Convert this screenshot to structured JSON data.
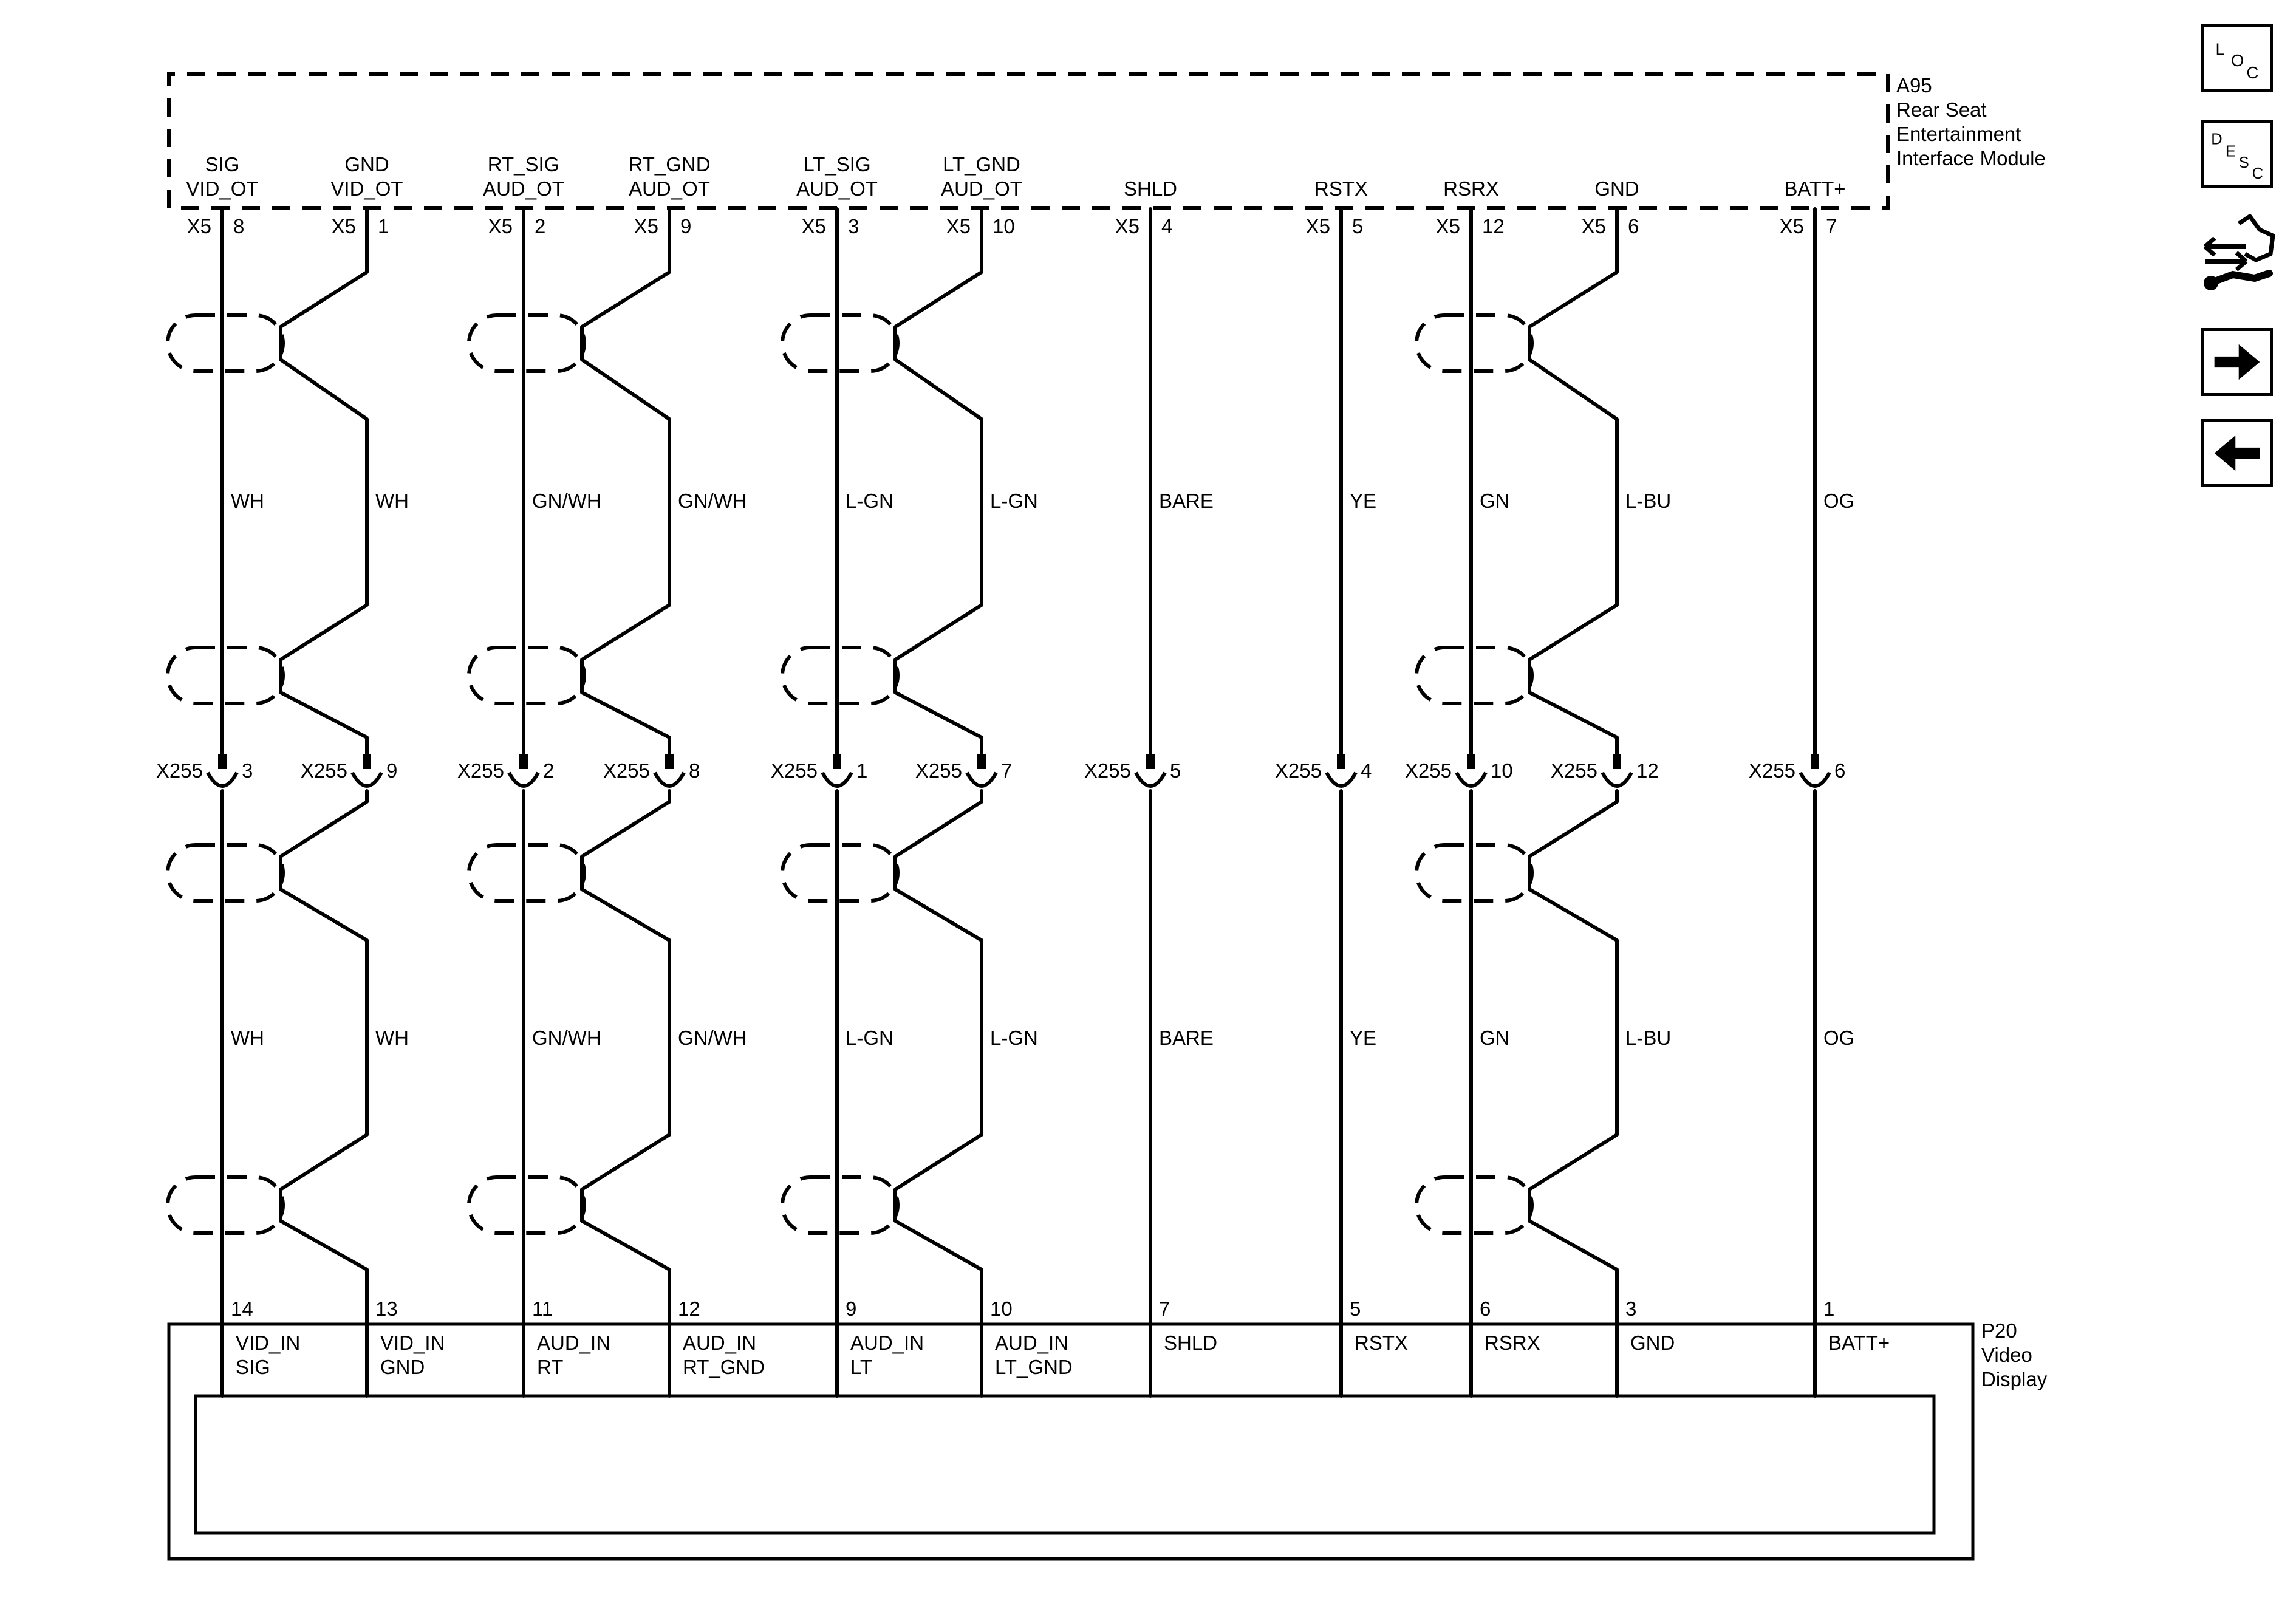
{
  "modules": {
    "top": {
      "id": "A95",
      "name_lines": [
        "Rear Seat",
        "Entertainment",
        "Interface Module"
      ]
    },
    "bottom": {
      "id": "P20",
      "name_lines": [
        "Video",
        "Display"
      ]
    }
  },
  "circuits": [
    {
      "top_label": [
        "SIG",
        "VID_OT"
      ],
      "top_conn": "X5",
      "top_pin": "8",
      "inline_conn": "X255",
      "inline_pin": "3",
      "wire_color_upper": "WH",
      "wire_color_lower": "WH",
      "bottom_pin": "14",
      "bottom_label": [
        "VID_IN",
        "SIG"
      ]
    },
    {
      "top_label": [
        "GND",
        "VID_OT"
      ],
      "top_conn": "X5",
      "top_pin": "1",
      "inline_conn": "X255",
      "inline_pin": "9",
      "wire_color_upper": "WH",
      "wire_color_lower": "WH",
      "bottom_pin": "13",
      "bottom_label": [
        "VID_IN",
        "GND"
      ]
    },
    {
      "top_label": [
        "RT_SIG",
        "AUD_OT"
      ],
      "top_conn": "X5",
      "top_pin": "2",
      "inline_conn": "X255",
      "inline_pin": "2",
      "wire_color_upper": "GN/WH",
      "wire_color_lower": "GN/WH",
      "bottom_pin": "11",
      "bottom_label": [
        "AUD_IN",
        "RT"
      ]
    },
    {
      "top_label": [
        "RT_GND",
        "AUD_OT"
      ],
      "top_conn": "X5",
      "top_pin": "9",
      "inline_conn": "X255",
      "inline_pin": "8",
      "wire_color_upper": "GN/WH",
      "wire_color_lower": "GN/WH",
      "bottom_pin": "12",
      "bottom_label": [
        "AUD_IN",
        "RT_GND"
      ]
    },
    {
      "top_label": [
        "LT_SIG",
        "AUD_OT"
      ],
      "top_conn": "X5",
      "top_pin": "3",
      "inline_conn": "X255",
      "inline_pin": "1",
      "wire_color_upper": "L-GN",
      "wire_color_lower": "L-GN",
      "bottom_pin": "9",
      "bottom_label": [
        "AUD_IN",
        "LT"
      ]
    },
    {
      "top_label": [
        "LT_GND",
        "AUD_OT"
      ],
      "top_conn": "X5",
      "top_pin": "10",
      "inline_conn": "X255",
      "inline_pin": "7",
      "wire_color_upper": "L-GN",
      "wire_color_lower": "L-GN",
      "bottom_pin": "10",
      "bottom_label": [
        "AUD_IN",
        "LT_GND"
      ]
    },
    {
      "top_label": [
        "SHLD"
      ],
      "top_conn": "X5",
      "top_pin": "4",
      "inline_conn": "X255",
      "inline_pin": "5",
      "wire_color_upper": "BARE",
      "wire_color_lower": "BARE",
      "bottom_pin": "7",
      "bottom_label": [
        "SHLD"
      ]
    },
    {
      "top_label": [
        "RSTX"
      ],
      "top_conn": "X5",
      "top_pin": "5",
      "inline_conn": "X255",
      "inline_pin": "4",
      "wire_color_upper": "YE",
      "wire_color_lower": "YE",
      "bottom_pin": "5",
      "bottom_label": [
        "RSTX"
      ]
    },
    {
      "top_label": [
        "RSRX"
      ],
      "top_conn": "X5",
      "top_pin": "12",
      "inline_conn": "X255",
      "inline_pin": "10",
      "wire_color_upper": "GN",
      "wire_color_lower": "GN",
      "bottom_pin": "6",
      "bottom_label": [
        "RSRX"
      ]
    },
    {
      "top_label": [
        "GND"
      ],
      "top_conn": "X5",
      "top_pin": "6",
      "inline_conn": "X255",
      "inline_pin": "12",
      "wire_color_upper": "L-BU",
      "wire_color_lower": "L-BU",
      "bottom_pin": "3",
      "bottom_label": [
        "GND"
      ]
    },
    {
      "top_label": [
        "BATT+"
      ],
      "top_conn": "X5",
      "top_pin": "7",
      "inline_conn": "X255",
      "inline_pin": "6",
      "wire_color_upper": "OG",
      "wire_color_lower": "OG",
      "bottom_pin": "1",
      "bottom_label": [
        "BATT+"
      ]
    }
  ],
  "nav": {
    "loc": [
      "L",
      "O",
      "C"
    ],
    "desc": [
      "D",
      "E",
      "S",
      "C"
    ],
    "icons": [
      "component-view-icon",
      "next-arrow-icon",
      "back-arrow-icon"
    ]
  }
}
